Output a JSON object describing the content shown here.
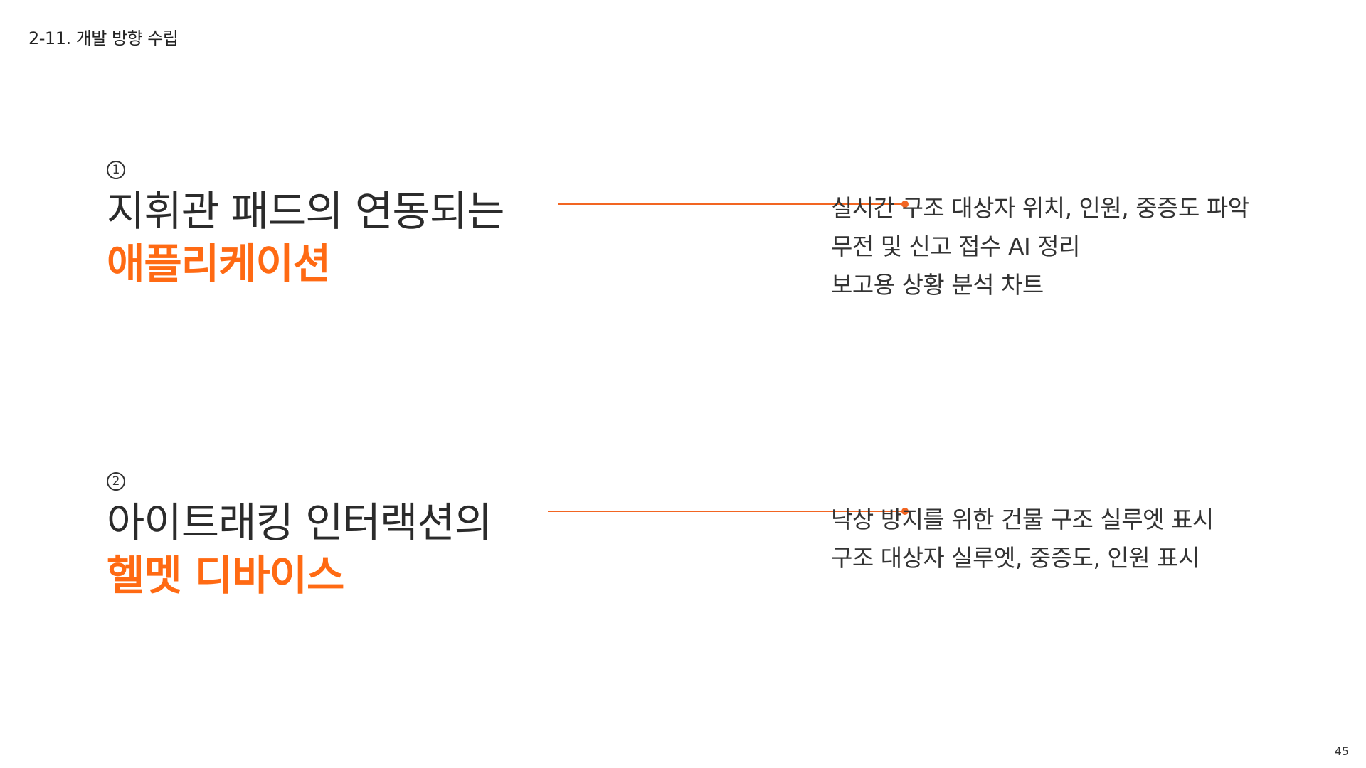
{
  "header": {
    "section_label": "2-11. 개발 방향 수립"
  },
  "footer": {
    "page_number": "45"
  },
  "items": [
    {
      "number": "1",
      "title_line1": "지휘관 패드의 연동되는",
      "title_line2": "애플리케이션",
      "details": [
        "실시간 구조 대상자 위치, 인원, 중증도 파악",
        "무전 및 신고 접수 AI 정리",
        "보고용 상황 분석 차트"
      ]
    },
    {
      "number": "2",
      "title_line1": "아이트래킹 인터랙션의",
      "title_line2": "헬멧 디바이스",
      "details": [
        "낙상 방지를 위한 건물 구조 실루엣 표시",
        "구조 대상자 실루엣, 중증도, 인원 표시"
      ]
    }
  ],
  "colors": {
    "accent": "#ff6a13",
    "connector": "#f26522",
    "text": "#333333"
  }
}
